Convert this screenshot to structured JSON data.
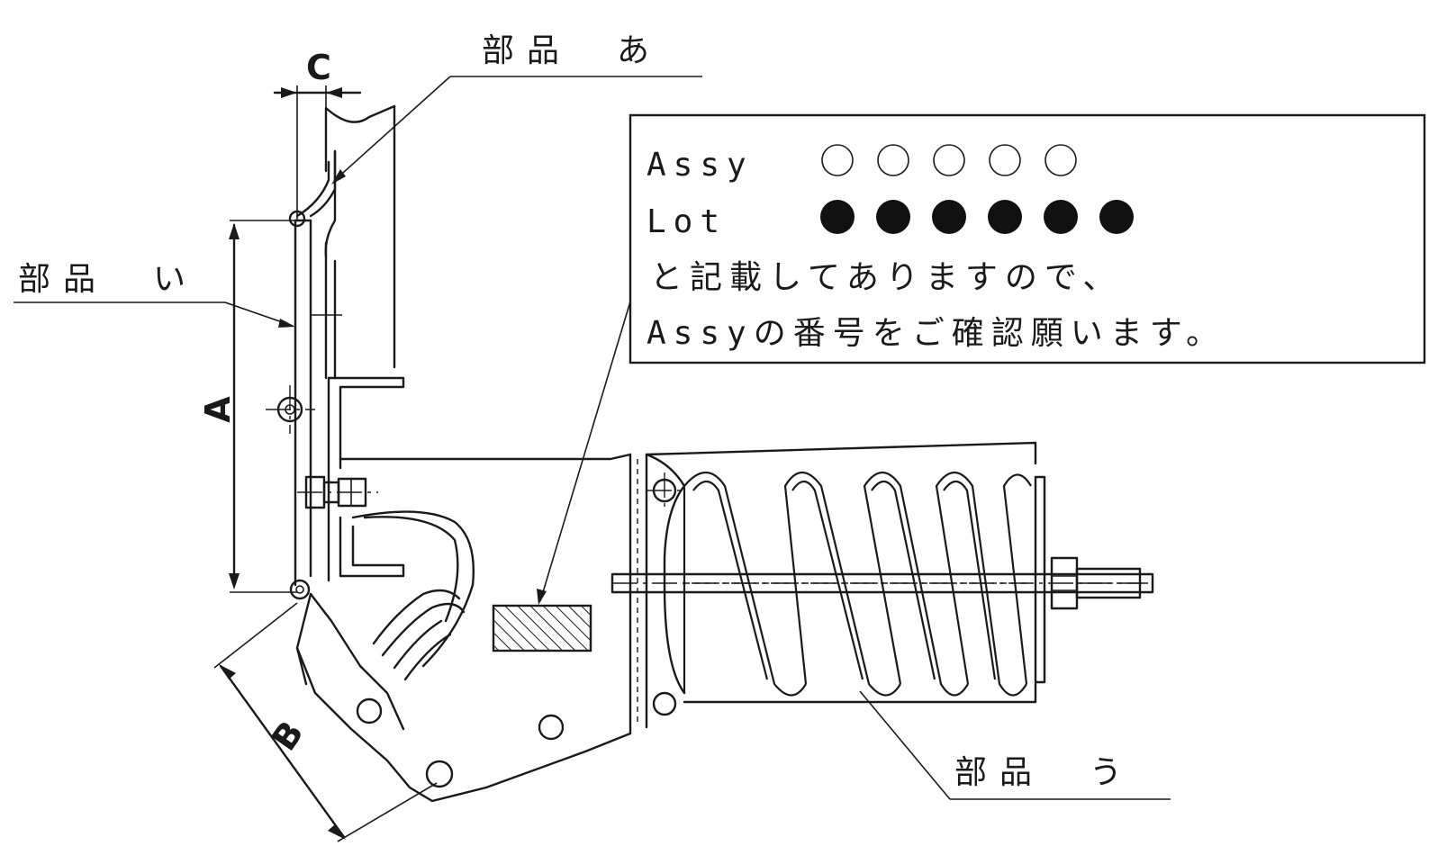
{
  "labels": {
    "part_a": "部品　あ",
    "part_i": "部品　い",
    "part_u": "部品　う"
  },
  "dimensions": {
    "a": "A",
    "b": "B",
    "c": "C"
  },
  "note": {
    "assy_label": "Assy",
    "lot_label": "Lot",
    "line3": "と記載してありますので、",
    "line4": "Assyの番号をご確認願います。",
    "assy_marks": 5,
    "lot_marks": 6
  }
}
